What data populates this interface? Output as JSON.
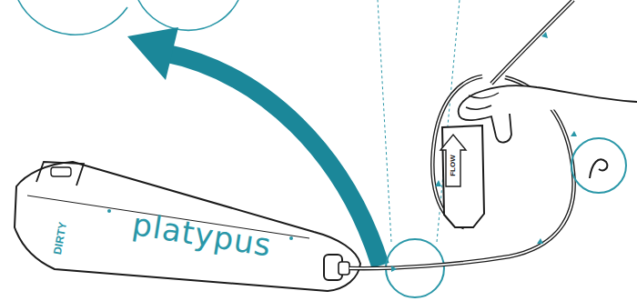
{
  "diagram": {
    "labels": [
      "platypus",
      "DIRTY",
      "FLOW"
    ]
  }
}
